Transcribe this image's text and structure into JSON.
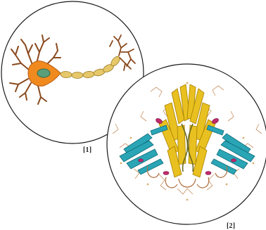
{
  "figure": {
    "panels": [
      {
        "ref_label": "[1]",
        "subject": "neuron-illustration"
      },
      {
        "ref_label": "[2]",
        "subject": "protein-structure-ribbon"
      }
    ],
    "colors": {
      "circle_outline": "#1a1a1a",
      "neuron_body": "#f08a1e",
      "neuron_nucleus": "#5a9e7a",
      "dendrite": "#8a4a1e",
      "axon_segment": "#e6c86a",
      "protein_gold": "#e8c020",
      "protein_teal": "#2aa5b5",
      "protein_magenta": "#c02a6a",
      "protein_wire": "#c89060"
    }
  }
}
